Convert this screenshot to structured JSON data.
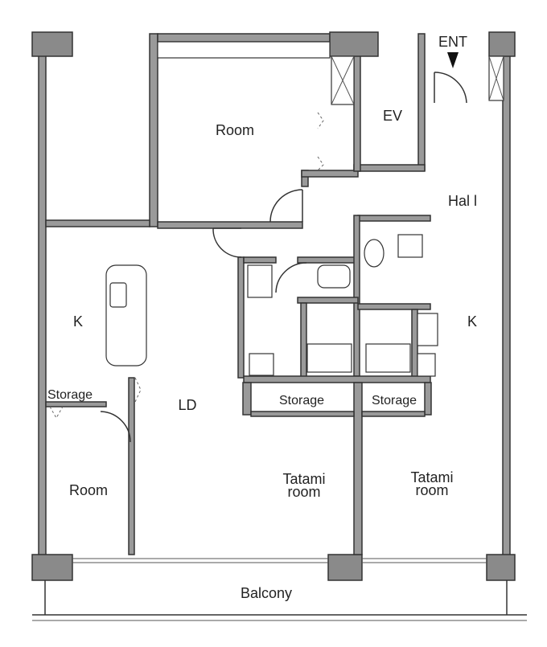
{
  "plan": {
    "labels": {
      "entrance": "ENT",
      "elevator": "EV",
      "room_top": "Room",
      "hall": "Hal l",
      "kitchen_left": "K",
      "kitchen_right": "K",
      "storage_left": "Storage",
      "living_dining": "LD",
      "storage_mid": "Storage",
      "storage_right": "Storage",
      "tatami_mid_1": "Tatami",
      "tatami_mid_2": "room",
      "tatami_right_1": "Tatami",
      "tatami_right_2": "room",
      "room_bottom": "Room",
      "balcony": "Balcony"
    }
  }
}
